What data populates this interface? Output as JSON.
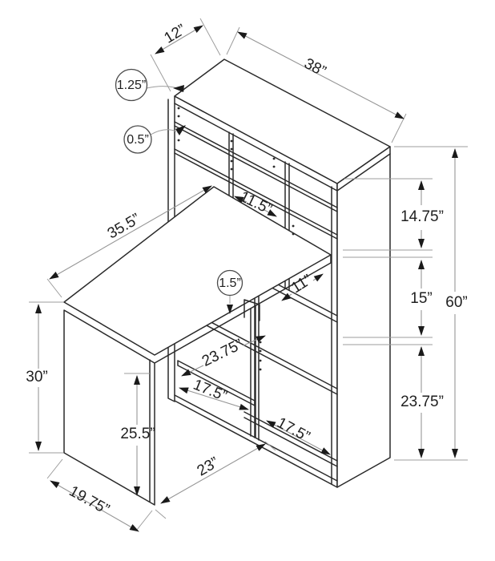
{
  "diagram": {
    "subject": "corner-desk-with-bookcase-dimension-drawing",
    "colors": {
      "background": "#ffffff",
      "structure_line": "#2a2a2a",
      "dimension_line": "#969696",
      "text": "#1f1f1f"
    }
  },
  "dimensions": {
    "hutch_depth": "12”",
    "hutch_width": "38”",
    "desk_length": "35.5”",
    "cubby_width": "11.5”",
    "shelf_depth": "11”",
    "upper_section_height": "14.75”",
    "middle_section_height": "15”",
    "overall_height": "60”",
    "desk_height": "30”",
    "tray_width": "23.75”",
    "lower_left_width": "17.5”",
    "lower_right_width": "17.5”",
    "tray_clearance": "25.5”",
    "corner_span": "23”",
    "desk_depth": "19.75”",
    "lower_section_height": "23.75”"
  },
  "callouts": {
    "top_thickness": "1.25”",
    "shelf_thickness": "0.5”",
    "desktop_thickness": "1.5”"
  }
}
